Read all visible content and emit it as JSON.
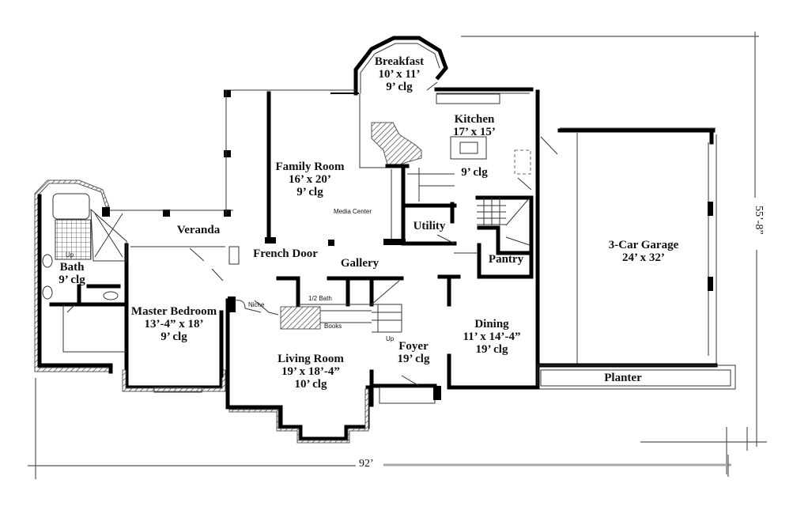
{
  "plan": {
    "rooms": [
      {
        "id": "breakfast",
        "name": "Breakfast",
        "dims": "10’ x 11’",
        "clg": "9’ clg"
      },
      {
        "id": "kitchen",
        "name": "Kitchen",
        "dims": "17’ x 15’",
        "clg": "9’ clg"
      },
      {
        "id": "family",
        "name": "Family Room",
        "dims": "16’ x 20’",
        "clg": "9’ clg"
      },
      {
        "id": "veranda",
        "name": "Veranda"
      },
      {
        "id": "utility",
        "name": "Utility"
      },
      {
        "id": "pantry",
        "name": "Pantry"
      },
      {
        "id": "garage",
        "name": "3-Car Garage",
        "dims": "24’ x 32’"
      },
      {
        "id": "bath",
        "name": "Bath",
        "clg": "9’ clg"
      },
      {
        "id": "master",
        "name": "Master Bedroom",
        "dims": "13’-4” x 18’",
        "clg": "9’ clg"
      },
      {
        "id": "gallery",
        "name": "Gallery"
      },
      {
        "id": "living",
        "name": "Living Room",
        "dims": "19’ x 18’-4”",
        "clg": "10’ clg"
      },
      {
        "id": "foyer",
        "name": "Foyer",
        "clg": "19’ clg"
      },
      {
        "id": "dining",
        "name": "Dining",
        "dims": "11’ x 14’-4”",
        "clg": "19’ clg"
      },
      {
        "id": "planter",
        "name": "Planter"
      }
    ],
    "annotations": {
      "french_door": "French Door",
      "media_center": "Media Center",
      "half_bath": "1/2 Bath",
      "books": "Books",
      "niche": "Niche",
      "up_main": "Up",
      "up_bath": "Up"
    },
    "dimensions": {
      "width": "92’",
      "depth": "55’-8”"
    }
  }
}
